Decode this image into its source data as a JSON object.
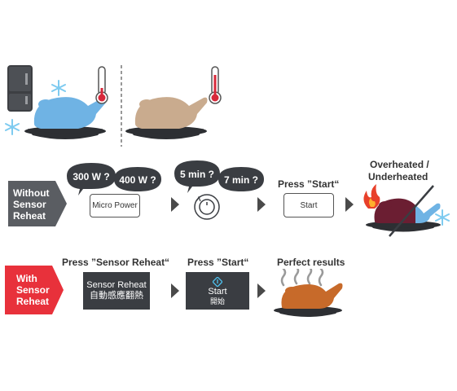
{
  "colors": {
    "frozen_bird": "#6fb3e4",
    "thawed_bird": "#c9ab8e",
    "roasted_bird": "#c76a2a",
    "burnt_bird": "#6b1e32",
    "without_tag": "#5a5d62",
    "with_tag": "#e8313b",
    "dark_panel": "#3a3d42",
    "thermometer_red": "#d7283a",
    "snow": "#7ecbf0",
    "flame": "#e8402a"
  },
  "top": {
    "icons": [
      "fridge-icon",
      "frozen-chicken",
      "snowflake-icon",
      "thermometer-icon",
      "thawed-chicken"
    ]
  },
  "without": {
    "tag": [
      "Without",
      "Sensor",
      "Reheat"
    ],
    "bubbles": [
      "300 W ?",
      "400 W ?",
      "5 min ?",
      "7 min ?"
    ],
    "micro_power_label": "Micro Power",
    "press_start_title": "Press ”Start“",
    "start_label": "Start",
    "result_title_1": "Overheated /",
    "result_title_2": "Underheated"
  },
  "with": {
    "tag": [
      "With",
      "Sensor",
      "Reheat"
    ],
    "press_sensor_title": "Press ”Sensor Reheat“",
    "sensor_label_1": "Sensor Reheat",
    "sensor_label_2": "自動感應翻熱",
    "press_start_title": "Press ”Start“",
    "start_label": "Start",
    "start_label_cn": "開始",
    "result_title": "Perfect results"
  }
}
